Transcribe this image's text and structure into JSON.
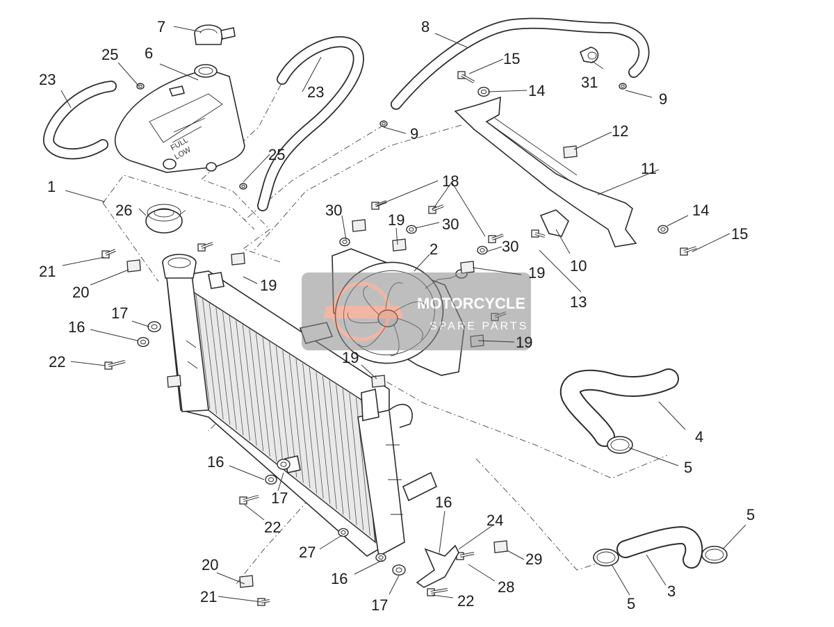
{
  "watermark": {
    "line1": "MOTORCYCLE",
    "line2": "SPARE PARTS",
    "colors": {
      "box": "#8a8a8a",
      "logo": "#e87b5a",
      "text": "#ffffff"
    }
  },
  "callouts": {
    "c1": "1",
    "c2": "2",
    "c3": "3",
    "c4": "4",
    "c5a": "5",
    "c5b": "5",
    "c5c": "5",
    "c6": "6",
    "c7": "7",
    "c8": "8",
    "c9a": "9",
    "c9b": "9",
    "c10": "10",
    "c11": "11",
    "c12": "12",
    "c13": "13",
    "c14a": "14",
    "c14b": "14",
    "c15a": "15",
    "c15b": "15",
    "c16a": "16",
    "c16b": "16",
    "c16c": "16",
    "c16d": "16",
    "c17a": "17",
    "c17b": "17",
    "c17c": "17",
    "c18": "18",
    "c19a": "19",
    "c19b": "19",
    "c19c": "19",
    "c19d": "19",
    "c19e": "19",
    "c20a": "20",
    "c20b": "20",
    "c21a": "21",
    "c21b": "21",
    "c22a": "22",
    "c22b": "22",
    "c22c": "22",
    "c23a": "23",
    "c23b": "23",
    "c24": "24",
    "c25a": "25",
    "c25b": "25",
    "c26": "26",
    "c27": "27",
    "c28": "28",
    "c29": "29",
    "c30a": "30",
    "c30b": "30",
    "c30c": "30",
    "c31": "31"
  }
}
